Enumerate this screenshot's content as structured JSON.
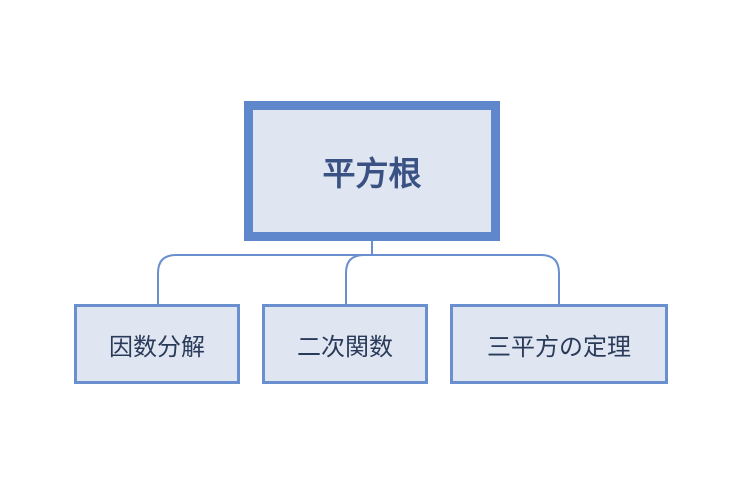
{
  "diagram": {
    "root": {
      "label": "平方根"
    },
    "children": [
      {
        "label": "因数分解"
      },
      {
        "label": "二次関数"
      },
      {
        "label": "三平方の定理"
      }
    ],
    "colors": {
      "box_fill": "#dfe5f1",
      "box_border": "#6a8fcf",
      "connector": "#6a8fcf",
      "root_text": "#3a5283",
      "child_text": "#2a3b5a"
    }
  }
}
